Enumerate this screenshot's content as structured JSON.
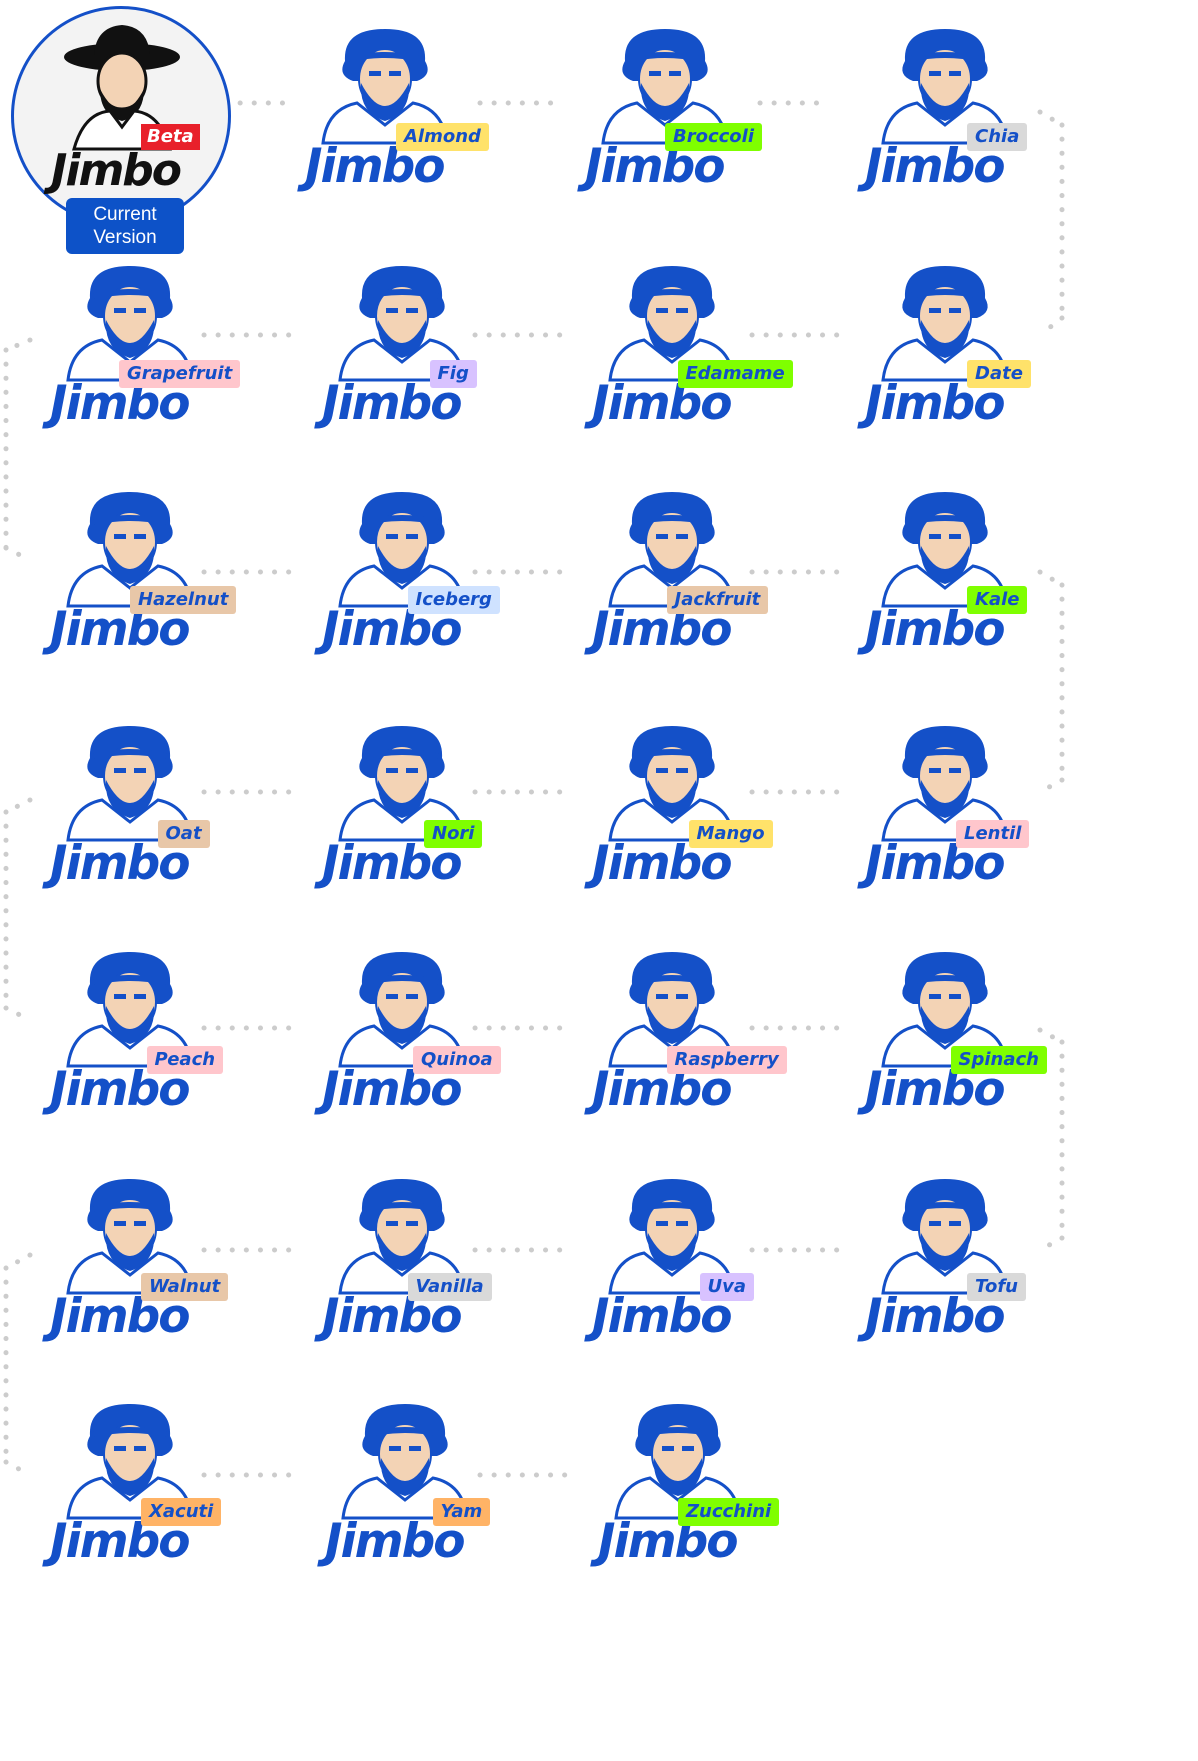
{
  "current": {
    "wordmark": "Jimbo",
    "badge": "Beta",
    "label_line1": "Current",
    "label_line2": "Version"
  },
  "wordmark": "Jimbo",
  "colors": {
    "brand_blue": "#1450c8",
    "skin": "#f3d3b5",
    "beta_red": "#e8202a",
    "connector": "#cccccc"
  },
  "variants": [
    {
      "name": "Almond",
      "tag_color": "#ffe26a"
    },
    {
      "name": "Broccoli",
      "tag_color": "#7fff00"
    },
    {
      "name": "Chia",
      "tag_color": "#d9d9d9"
    },
    {
      "name": "Date",
      "tag_color": "#ffe26a"
    },
    {
      "name": "Edamame",
      "tag_color": "#7fff00"
    },
    {
      "name": "Fig",
      "tag_color": "#d8c2ff"
    },
    {
      "name": "Grapefruit",
      "tag_color": "#ffc6cc"
    },
    {
      "name": "Hazelnut",
      "tag_color": "#e8c7a8"
    },
    {
      "name": "Iceberg",
      "tag_color": "#cfe2ff"
    },
    {
      "name": "Jackfruit",
      "tag_color": "#e8c7a8"
    },
    {
      "name": "Kale",
      "tag_color": "#7fff00"
    },
    {
      "name": "Lentil",
      "tag_color": "#ffc6cc"
    },
    {
      "name": "Mango",
      "tag_color": "#ffe26a"
    },
    {
      "name": "Nori",
      "tag_color": "#7fff00"
    },
    {
      "name": "Oat",
      "tag_color": "#e8c7a8"
    },
    {
      "name": "Peach",
      "tag_color": "#ffc6cc"
    },
    {
      "name": "Quinoa",
      "tag_color": "#ffc6cc"
    },
    {
      "name": "Raspberry",
      "tag_color": "#ffc6cc"
    },
    {
      "name": "Spinach",
      "tag_color": "#7fff00"
    },
    {
      "name": "Tofu",
      "tag_color": "#d9d9d9"
    },
    {
      "name": "Uva",
      "tag_color": "#d8c2ff"
    },
    {
      "name": "Vanilla",
      "tag_color": "#d9d9d9"
    },
    {
      "name": "Walnut",
      "tag_color": "#e8c7a8"
    },
    {
      "name": "Xacuti",
      "tag_color": "#ffb366"
    },
    {
      "name": "Yam",
      "tag_color": "#ffb366"
    },
    {
      "name": "Zucchini",
      "tag_color": "#7fff00"
    }
  ]
}
